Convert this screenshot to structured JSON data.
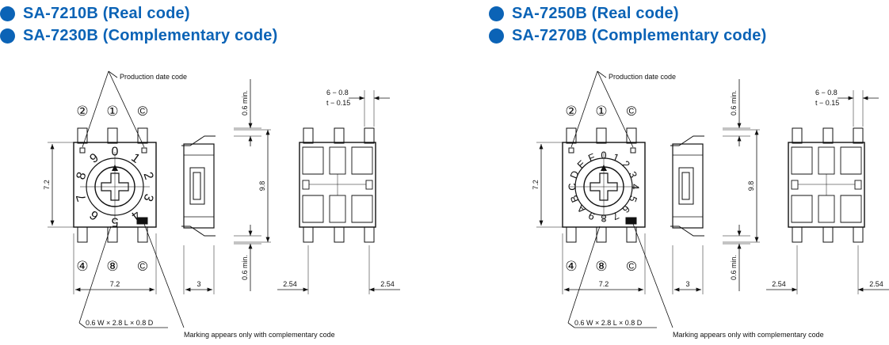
{
  "accent_color": "#0b63b6",
  "panels": [
    {
      "heading_1": "SA-7210B (Real code)",
      "heading_2": "SA-7230B (Complementary code)",
      "dial_digits": [
        "0",
        "1",
        "2",
        "3",
        "4",
        "5",
        "6",
        "7",
        "8",
        "9"
      ]
    },
    {
      "heading_1": "SA-7250B (Real code)",
      "heading_2": "SA-7270B (Complementary code)",
      "dial_digits": [
        "0",
        "1",
        "2",
        "3",
        "4",
        "5",
        "6",
        "7",
        "8",
        "9",
        "A",
        "B",
        "C",
        "D",
        "E",
        "F"
      ]
    }
  ],
  "labels": {
    "production_date_code": "Production date code",
    "marking_note": "Marking appears only with complementary code",
    "terminal_size": "0.6 W × 2.8 L × 0.8 D",
    "pin_top_1": "②",
    "pin_top_2": "①",
    "pin_top_3": "©",
    "pin_bottom_1": "④",
    "pin_bottom_2": "⑧",
    "pin_bottom_3": "©",
    "dim_body_height": "7.2",
    "dim_body_width": "7.2",
    "dim_side_width": "3",
    "dim_overall_length": "9.8",
    "dim_min_top": "0.6 min.",
    "dim_min_bottom": "0.6 min.",
    "dim_pitch_left": "2.54",
    "dim_pitch_right": "2.54",
    "dim_lead_width": "6 − 0.8",
    "dim_lead_thickness": "t − 0.15"
  }
}
